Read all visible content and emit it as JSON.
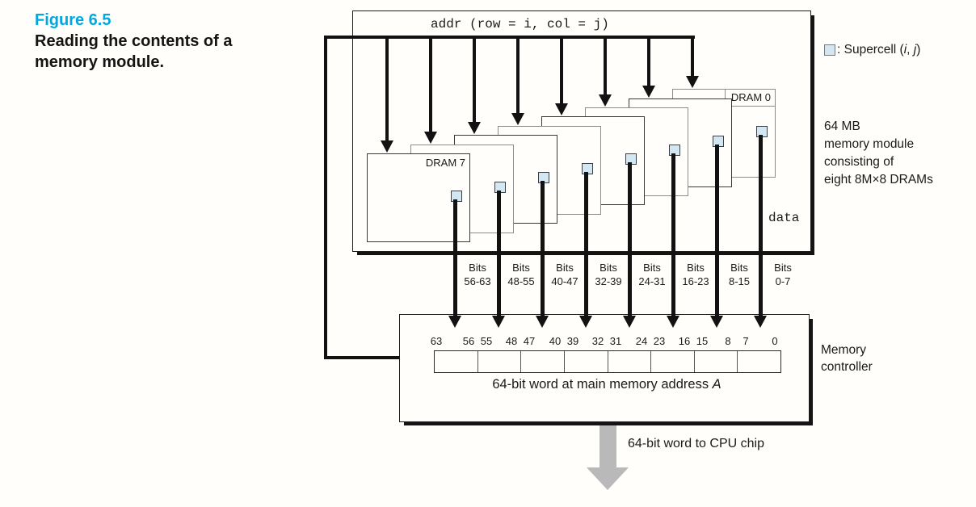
{
  "figure": {
    "number": "Figure 6.5",
    "title": "Reading the contents of a\nmemory module."
  },
  "module": {
    "addr_label": "addr (row = i, col = j)",
    "data_label": "data",
    "dram_count": 8,
    "drams": [
      {
        "number": 0,
        "label": "DRAM 0"
      },
      {
        "number": 7,
        "label": "DRAM 7"
      }
    ],
    "bits_word": "Bits",
    "bits_ranges": [
      "56-63",
      "48-55",
      "40-47",
      "32-39",
      "24-31",
      "16-23",
      "8-15",
      "0-7"
    ]
  },
  "legend": {
    "prefix": ": Supercell (",
    "i": "i",
    "sep": ", ",
    "j": "j",
    "suffix": ")"
  },
  "side_notes": {
    "module_desc": "64 MB\nmemory module\nconsisting of\neight 8M×8 DRAMs",
    "controller": "Memory\ncontroller",
    "cpu": "64-bit word to CPU chip"
  },
  "controller": {
    "bit_numbers": [
      "63",
      "56",
      "55",
      "48",
      "47",
      "40",
      "39",
      "32",
      "31",
      "24",
      "23",
      "16",
      "15",
      "8",
      "7",
      "0"
    ],
    "cell_count": 8,
    "caption_text": "64-bit word at main memory address ",
    "caption_var": "A"
  },
  "colors": {
    "accent": "#00a7e0",
    "supercell_fill": "#d3e7f3",
    "grey_arrow": "#b9b9b9",
    "line": "#121212"
  }
}
